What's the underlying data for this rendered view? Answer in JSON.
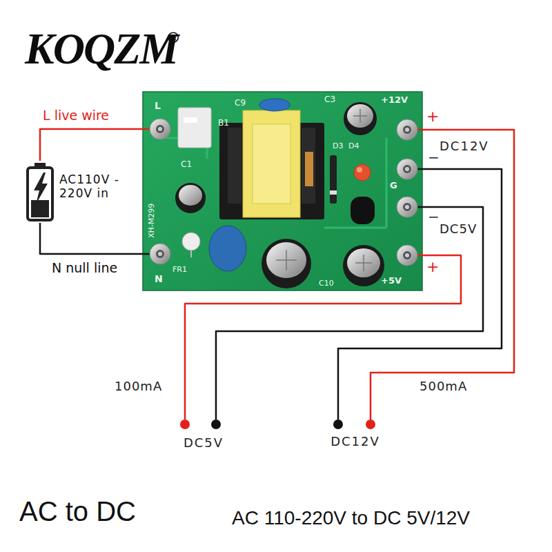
{
  "diagram": {
    "title": "AC to DC",
    "caption": "AC 110-220V to DC 5V/12V",
    "nodes": [
      {
        "text": [
          "L",
          "N",
          "C9",
          "C3",
          "+12V",
          "B1",
          "D3",
          "D4",
          "G",
          "C1",
          "XH-M299",
          "FR1",
          "C10",
          "+5V"
        ]
      },
      {
        "text": [
          "AC110V - 220V in"
        ]
      },
      {
        "text": [
          "DC5V"
        ]
      },
      {
        "text": [
          "DC12V"
        ]
      }
    ],
    "edges": [
      {
        "from": 1,
        "to": 0,
        "arrow": "none",
        "label": "L live wire"
      },
      {
        "from": 1,
        "to": 0,
        "arrow": "none",
        "label": "N null line"
      },
      {
        "from": 0,
        "to": 2,
        "arrow": "none",
        "label": "100mA"
      },
      {
        "from": 0,
        "to": 2,
        "arrow": "none"
      },
      {
        "from": 0,
        "to": 3,
        "arrow": "none"
      },
      {
        "from": 0,
        "to": 3,
        "arrow": "none",
        "label": "500mA"
      }
    ],
    "labels": [
      "KOQZM",
      "®",
      "+",
      "DC12V",
      "−",
      "−",
      "DC5V",
      "+"
    ]
  }
}
